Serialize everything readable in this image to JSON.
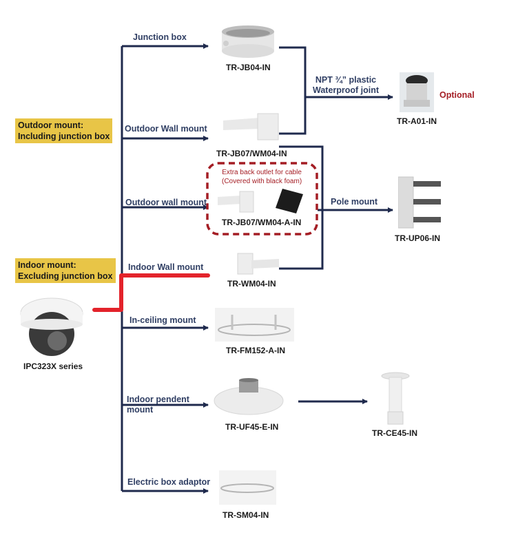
{
  "categories": {
    "outdoor": {
      "line1": "Outdoor mount:",
      "line2": "Including junction box"
    },
    "indoor": {
      "line1": "Indoor mount:",
      "line2": "Excluding junction box"
    }
  },
  "camera": {
    "model": "IPC323X series",
    "icon": "dome-camera-icon"
  },
  "branches": [
    {
      "label": "Junction box",
      "model": "TR-JB04-IN",
      "icon": "junction-box-icon"
    },
    {
      "label": "Outdoor Wall mount",
      "model": "TR-JB07/WM04-IN",
      "icon": "wall-mount-icon"
    },
    {
      "label": "Outdoor wall mount",
      "model": "TR-JB07/WM04-A-IN",
      "icon": "wall-mount-with-foam-icon",
      "note_line1": "Extra back outlet for cable",
      "note_line2": "(Covered with black foam)"
    },
    {
      "label": "Indoor Wall mount",
      "model": "TR-WM04-IN",
      "icon": "indoor-wall-mount-icon"
    },
    {
      "label": "In-ceiling mount",
      "model": "TR-FM152-A-IN",
      "icon": "in-ceiling-mount-icon"
    },
    {
      "label_line1": "Indoor pendent",
      "label_line2": "mount",
      "model": "TR-UF45-E-IN",
      "icon": "pendent-adapter-icon"
    },
    {
      "label": "Electric box  adaptor",
      "model": "TR-SM04-IN",
      "icon": "electric-box-adaptor-icon"
    }
  ],
  "secondary": {
    "waterproof": {
      "label_line1": "NPT ¾” plastic",
      "label_line2": "Waterproof joint",
      "model": "TR-A01-IN",
      "badge": "Optional",
      "icon": "waterproof-joint-icon"
    },
    "pole": {
      "label": "Pole mount",
      "model": "TR-UP06-IN",
      "icon": "pole-mount-icon"
    },
    "ceiling": {
      "model": "TR-CE45-IN",
      "icon": "ceiling-mount-pole-icon"
    }
  },
  "colors": {
    "line": "#1f2a4d",
    "highlight": "#e3232b",
    "category_bg": "#e8c547",
    "accent_red": "#a41d24"
  }
}
